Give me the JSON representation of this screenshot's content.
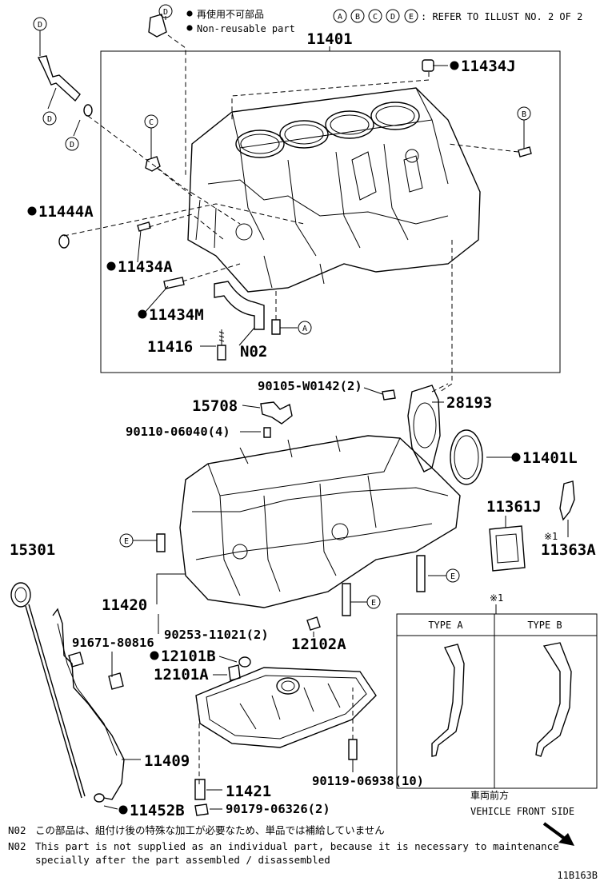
{
  "header": {
    "legend_jp": "再使用不可部品",
    "legend_en": "Non-reusable part",
    "ref_letters": [
      "A",
      "B",
      "C",
      "D",
      "E"
    ],
    "ref_text": ": REFER TO ILLUST NO. 2 OF 2"
  },
  "parts": {
    "p11401": "11401",
    "p11434J": "11434J",
    "p11444A": "11444A",
    "p11434A": "11434A",
    "p11434M": "11434M",
    "p11416": "11416",
    "pN02": "N02",
    "p90105": "90105-W0142(2)",
    "p28193": "28193",
    "p15708": "15708",
    "p90110": "90110-06040(4)",
    "p11401L": "11401L",
    "p11361J": "11361J",
    "p11363A": "11363A",
    "mark1": "※1",
    "p15301": "15301",
    "p11420": "11420",
    "p90253": "90253-11021(2)",
    "p12102A": "12102A",
    "p91671": "91671-80816",
    "p12101B": "12101B",
    "p12101A": "12101A",
    "p11409": "11409",
    "p90119": "90119-06938(10)",
    "p11421": "11421",
    "p11452B": "11452B",
    "p90179": "90179-06326(2)"
  },
  "inset": {
    "mark": "※1",
    "type_a": "TYPE A",
    "type_b": "TYPE B"
  },
  "front": {
    "jp": "車両前方",
    "en": "VEHICLE FRONT SIDE"
  },
  "notes": {
    "label1": "N02",
    "text1": "この部品は、組付け後の特殊な加工が必要なため、単品では補給していません",
    "label2": "N02",
    "text2a": "This part is not supplied as an individual part, because it is necessary to maintenance",
    "text2b": "specially after the part assembled / disassembled"
  },
  "code": "11B163B"
}
